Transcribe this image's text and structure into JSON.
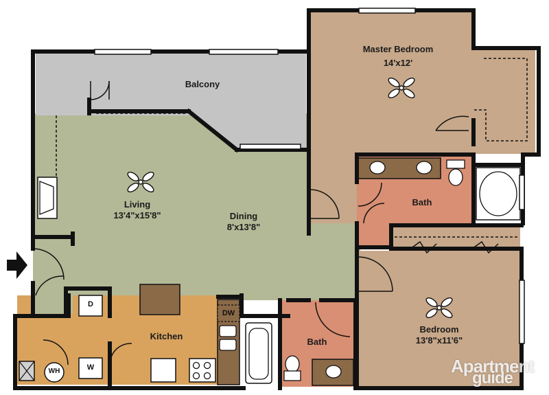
{
  "rooms": {
    "master_bedroom": {
      "name": "Master Bedroom",
      "dim": "14'x12'"
    },
    "balcony": {
      "name": "Balcony"
    },
    "living": {
      "name": "Living",
      "dim": "13'4\"x15'8\""
    },
    "dining": {
      "name": "Dining",
      "dim": "8'x13'8\""
    },
    "bath_master": {
      "name": "Bath"
    },
    "kitchen": {
      "name": "Kitchen"
    },
    "bath_hall": {
      "name": "Bath"
    },
    "bedroom": {
      "name": "Bedroom",
      "dim": "13'8\"x11'6\""
    }
  },
  "fixtures": {
    "dryer": "D",
    "washer": "W",
    "water_heater": "WH",
    "dishwasher": "DW"
  },
  "watermark": {
    "line1": "Apartment",
    "line2": "guide"
  },
  "colors": {
    "living": "#b3b896",
    "balcony": "#c4c4c4",
    "bedroom": "#c7a88a",
    "bath": "#d98f73",
    "kitchen": "#d9a35e",
    "cabinet": "#8b6a48",
    "wall": "#111111"
  }
}
